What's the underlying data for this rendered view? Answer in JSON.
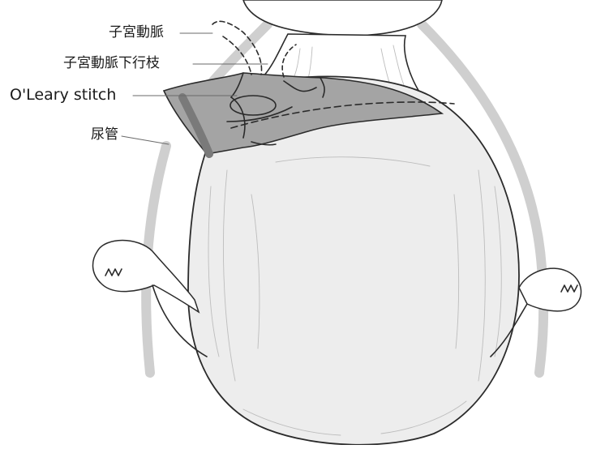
{
  "labels": {
    "uterine_artery": "子宮動脈",
    "descending_branch": "子宮動脈下行枝",
    "stitch": "O'Leary stitch",
    "ureter": "尿管"
  },
  "colors": {
    "outline": "#2b2b2b",
    "uterus_fill": "#ededed",
    "flap_fill": "#9e9e9e",
    "ureter_band": "#cfcfcf",
    "texture": "#bdbdbd"
  }
}
